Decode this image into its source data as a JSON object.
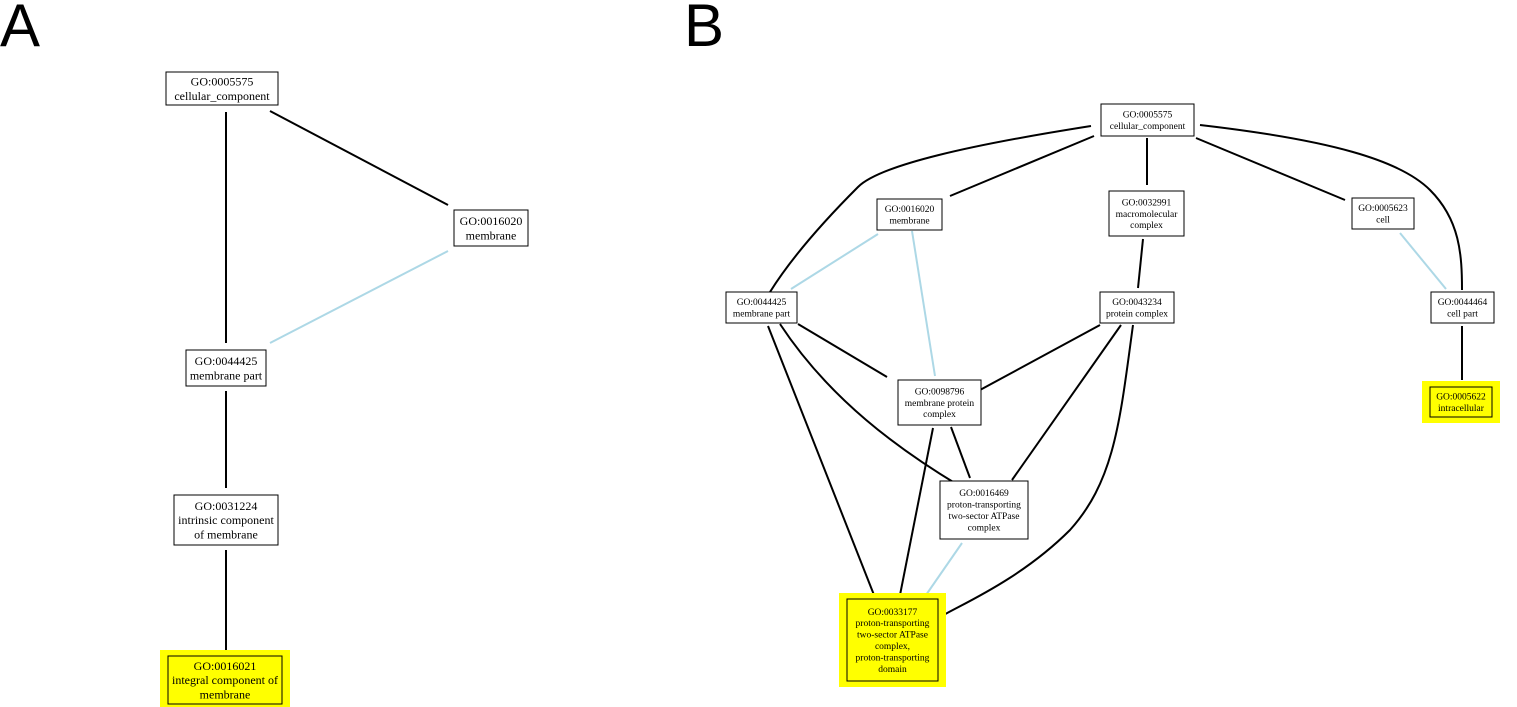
{
  "panels": [
    {
      "label": "A",
      "nodes": [
        {
          "id": "a_0005575",
          "lines": [
            "GO:0005575",
            "cellular_component"
          ],
          "highlighted": false
        },
        {
          "id": "a_0016020",
          "lines": [
            "GO:0016020",
            "membrane"
          ],
          "highlighted": false
        },
        {
          "id": "a_0044425",
          "lines": [
            "GO:0044425",
            "membrane part"
          ],
          "highlighted": false
        },
        {
          "id": "a_0031224",
          "lines": [
            "GO:0031224",
            "intrinsic component",
            "of membrane"
          ],
          "highlighted": false
        },
        {
          "id": "a_0016021",
          "lines": [
            "GO:0016021",
            "integral component of",
            "membrane"
          ],
          "highlighted": true
        }
      ],
      "edges": [
        {
          "from": "a_0005575",
          "to": "a_0044425",
          "type": "black"
        },
        {
          "from": "a_0005575",
          "to": "a_0016020",
          "type": "black"
        },
        {
          "from": "a_0016020",
          "to": "a_0044425",
          "type": "blue"
        },
        {
          "from": "a_0044425",
          "to": "a_0031224",
          "type": "black"
        },
        {
          "from": "a_0031224",
          "to": "a_0016021",
          "type": "black"
        }
      ]
    },
    {
      "label": "B",
      "nodes": [
        {
          "id": "b_0005575",
          "lines": [
            "GO:0005575",
            "cellular_component"
          ],
          "highlighted": false
        },
        {
          "id": "b_0016020",
          "lines": [
            "GO:0016020",
            "membrane"
          ],
          "highlighted": false
        },
        {
          "id": "b_0032991",
          "lines": [
            "GO:0032991",
            "macromolecular",
            "complex"
          ],
          "highlighted": false
        },
        {
          "id": "b_0005623",
          "lines": [
            "GO:0005623",
            "cell"
          ],
          "highlighted": false
        },
        {
          "id": "b_0044425",
          "lines": [
            "GO:0044425",
            "membrane part"
          ],
          "highlighted": false
        },
        {
          "id": "b_0043234",
          "lines": [
            "GO:0043234",
            "protein complex"
          ],
          "highlighted": false
        },
        {
          "id": "b_0044464",
          "lines": [
            "GO:0044464",
            "cell part"
          ],
          "highlighted": false
        },
        {
          "id": "b_0005622",
          "lines": [
            "GO:0005622",
            "intracellular"
          ],
          "highlighted": true
        },
        {
          "id": "b_0098796",
          "lines": [
            "GO:0098796",
            "membrane protein",
            "complex"
          ],
          "highlighted": false
        },
        {
          "id": "b_0016469",
          "lines": [
            "GO:0016469",
            "proton-transporting",
            "two-sector ATPase",
            "complex"
          ],
          "highlighted": false
        },
        {
          "id": "b_0033177",
          "lines": [
            "GO:0033177",
            "proton-transporting",
            "two-sector ATPase",
            "complex,",
            "proton-transporting",
            "domain"
          ],
          "highlighted": true
        }
      ],
      "edges": [
        {
          "from": "b_0005575",
          "to": "b_0044425",
          "type": "black"
        },
        {
          "from": "b_0005575",
          "to": "b_0016020",
          "type": "black"
        },
        {
          "from": "b_0005575",
          "to": "b_0032991",
          "type": "black"
        },
        {
          "from": "b_0005575",
          "to": "b_0005623",
          "type": "black"
        },
        {
          "from": "b_0005575",
          "to": "b_0044464",
          "type": "black"
        },
        {
          "from": "b_0016020",
          "to": "b_0044425",
          "type": "blue"
        },
        {
          "from": "b_0016020",
          "to": "b_0098796",
          "type": "blue"
        },
        {
          "from": "b_0032991",
          "to": "b_0043234",
          "type": "black"
        },
        {
          "from": "b_0005623",
          "to": "b_0044464",
          "type": "blue"
        },
        {
          "from": "b_0044464",
          "to": "b_0005622",
          "type": "black"
        },
        {
          "from": "b_0044425",
          "to": "b_0098796",
          "type": "black"
        },
        {
          "from": "b_0044425",
          "to": "b_0016469",
          "type": "black"
        },
        {
          "from": "b_0044425",
          "to": "b_0033177",
          "type": "black"
        },
        {
          "from": "b_0043234",
          "to": "b_0098796",
          "type": "black"
        },
        {
          "from": "b_0043234",
          "to": "b_0016469",
          "type": "black"
        },
        {
          "from": "b_0043234",
          "to": "b_0033177",
          "type": "black"
        },
        {
          "from": "b_0098796",
          "to": "b_0016469",
          "type": "black"
        },
        {
          "from": "b_0098796",
          "to": "b_0033177",
          "type": "black"
        },
        {
          "from": "b_0016469",
          "to": "b_0033177",
          "type": "blue"
        }
      ]
    }
  ],
  "colors": {
    "highlight": "#ffff00",
    "edge_is_a": "#000000",
    "edge_part_of": "#add8e6",
    "node_border": "#000000",
    "background": "#ffffff"
  }
}
